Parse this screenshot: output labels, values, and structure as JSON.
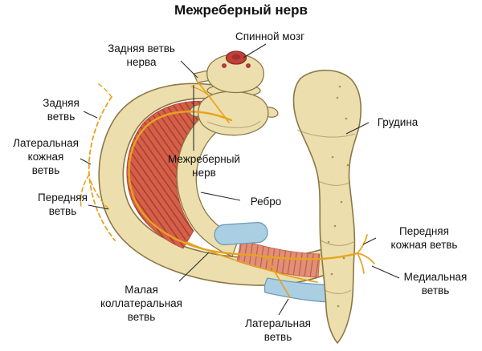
{
  "title": "Межреберный нерв",
  "labels": {
    "spinal_cord": "Спинной мозг",
    "posterior_nerve_branch": "Задняя ветвь\nнерва",
    "posterior_branch": "Задняя\nветвь",
    "lateral_cutaneous_branch": "Латеральная\nкожная\nветвь",
    "anterior_branch": "Передняя\nветвь",
    "intercostal_nerve": "Межреберный\nнерв",
    "rib": "Ребро",
    "sternum": "Грудина",
    "anterior_cutaneous_branch": "Передняя\nкожная ветвь",
    "medial_branch": "Медиальная\nветвь",
    "small_collateral_branch": "Малая\nколлатеральная\nветвь",
    "lateral_branch": "Латеральная\nветвь"
  },
  "colors": {
    "background": "#ffffff",
    "text": "#111111",
    "leader": "#2b2b2b",
    "bone": "#ecdfad",
    "bone_outline": "#8a7745",
    "muscle": "#d4604a",
    "muscle_stripe": "#a63a2a",
    "muscle2": "#e19078",
    "muscle2_stripe": "#c05a44",
    "cartilage": "#aacfe3",
    "cartilage_outline": "#6d9cb8",
    "nerve": "#e8a21f",
    "spinal_cord": "#c0403a"
  }
}
